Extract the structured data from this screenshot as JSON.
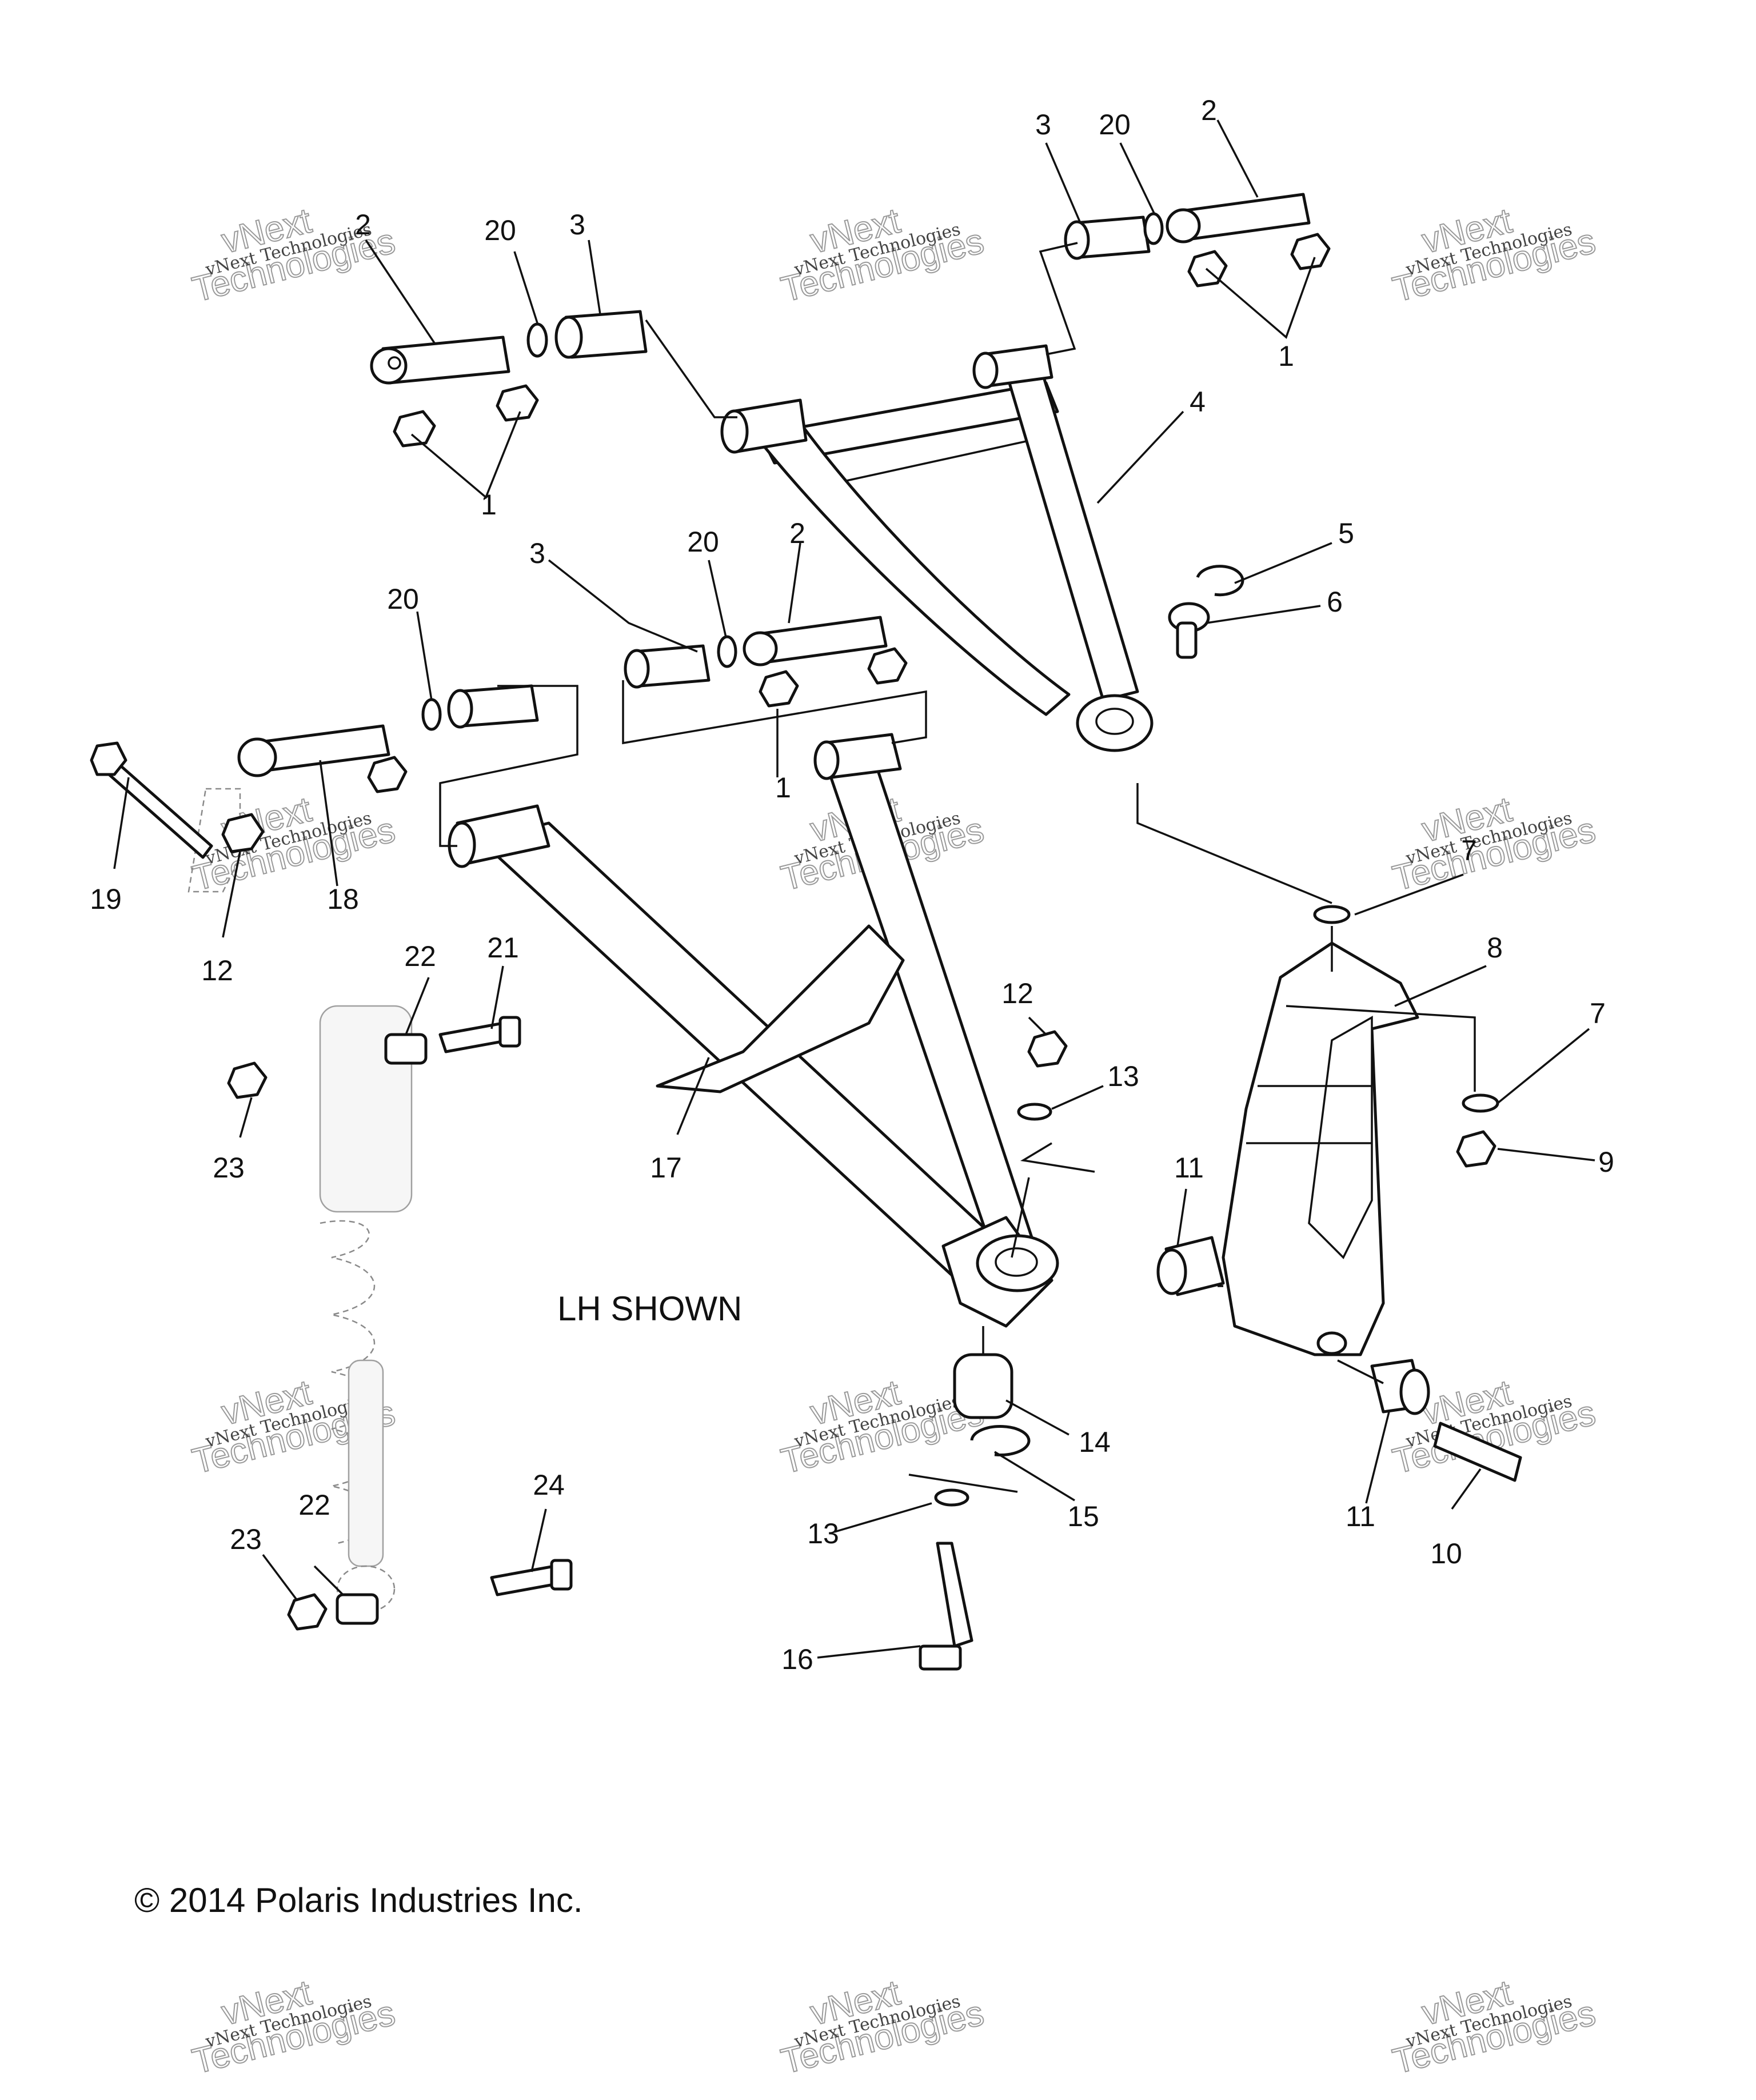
{
  "view_note": "LH SHOWN",
  "copyright": "© 2014 Polaris Industries Inc.",
  "watermark": {
    "line1": "vNext",
    "line2": "vNext Technologies",
    "line3": "Technologies"
  },
  "callouts": [
    "1",
    "1",
    "1",
    "2",
    "2",
    "2",
    "3",
    "3",
    "3",
    "4",
    "5",
    "6",
    "7",
    "7",
    "8",
    "9",
    "10",
    "11",
    "11",
    "12",
    "12",
    "13",
    "13",
    "14",
    "15",
    "16",
    "17",
    "19",
    "20",
    "20",
    "20",
    "20",
    "21",
    "22",
    "22",
    "23",
    "23",
    "24",
    "18"
  ]
}
